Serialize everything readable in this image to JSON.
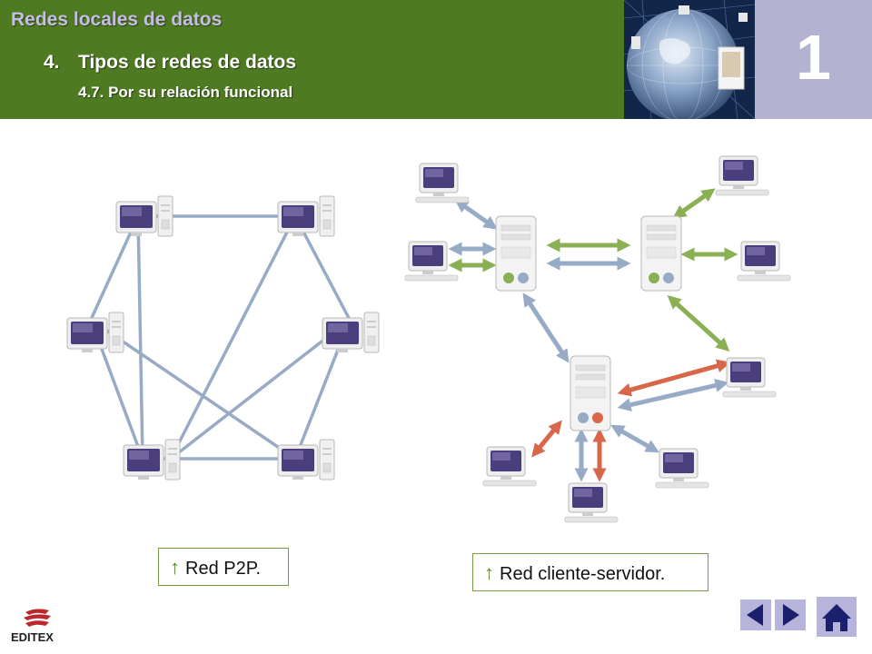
{
  "header": {
    "title": "Redes locales de datos",
    "section_number": "4.",
    "section_title": "Tipos de redes de datos",
    "subsection": "4.7. Por su relación funcional",
    "chapter_number": "1"
  },
  "captions": {
    "p2p": {
      "arrow": "↑",
      "text": "Red P2P."
    },
    "client_server": {
      "arrow": "↑",
      "text": "Red cliente-servidor."
    }
  },
  "footer": {
    "brand": "EDITEX"
  },
  "navigation": {
    "prev_icon": "arrow-left-icon",
    "next_icon": "arrow-right-icon",
    "home_icon": "home-icon"
  },
  "colors": {
    "header_green": "#4e7a22",
    "title_lavender": "#c6bde5",
    "chapter_box": "#b3b2d0",
    "nav_button": "#b7b4db",
    "link_blue": "#8fa3c9",
    "link_green": "#8bb054",
    "link_red": "#d8674a"
  }
}
